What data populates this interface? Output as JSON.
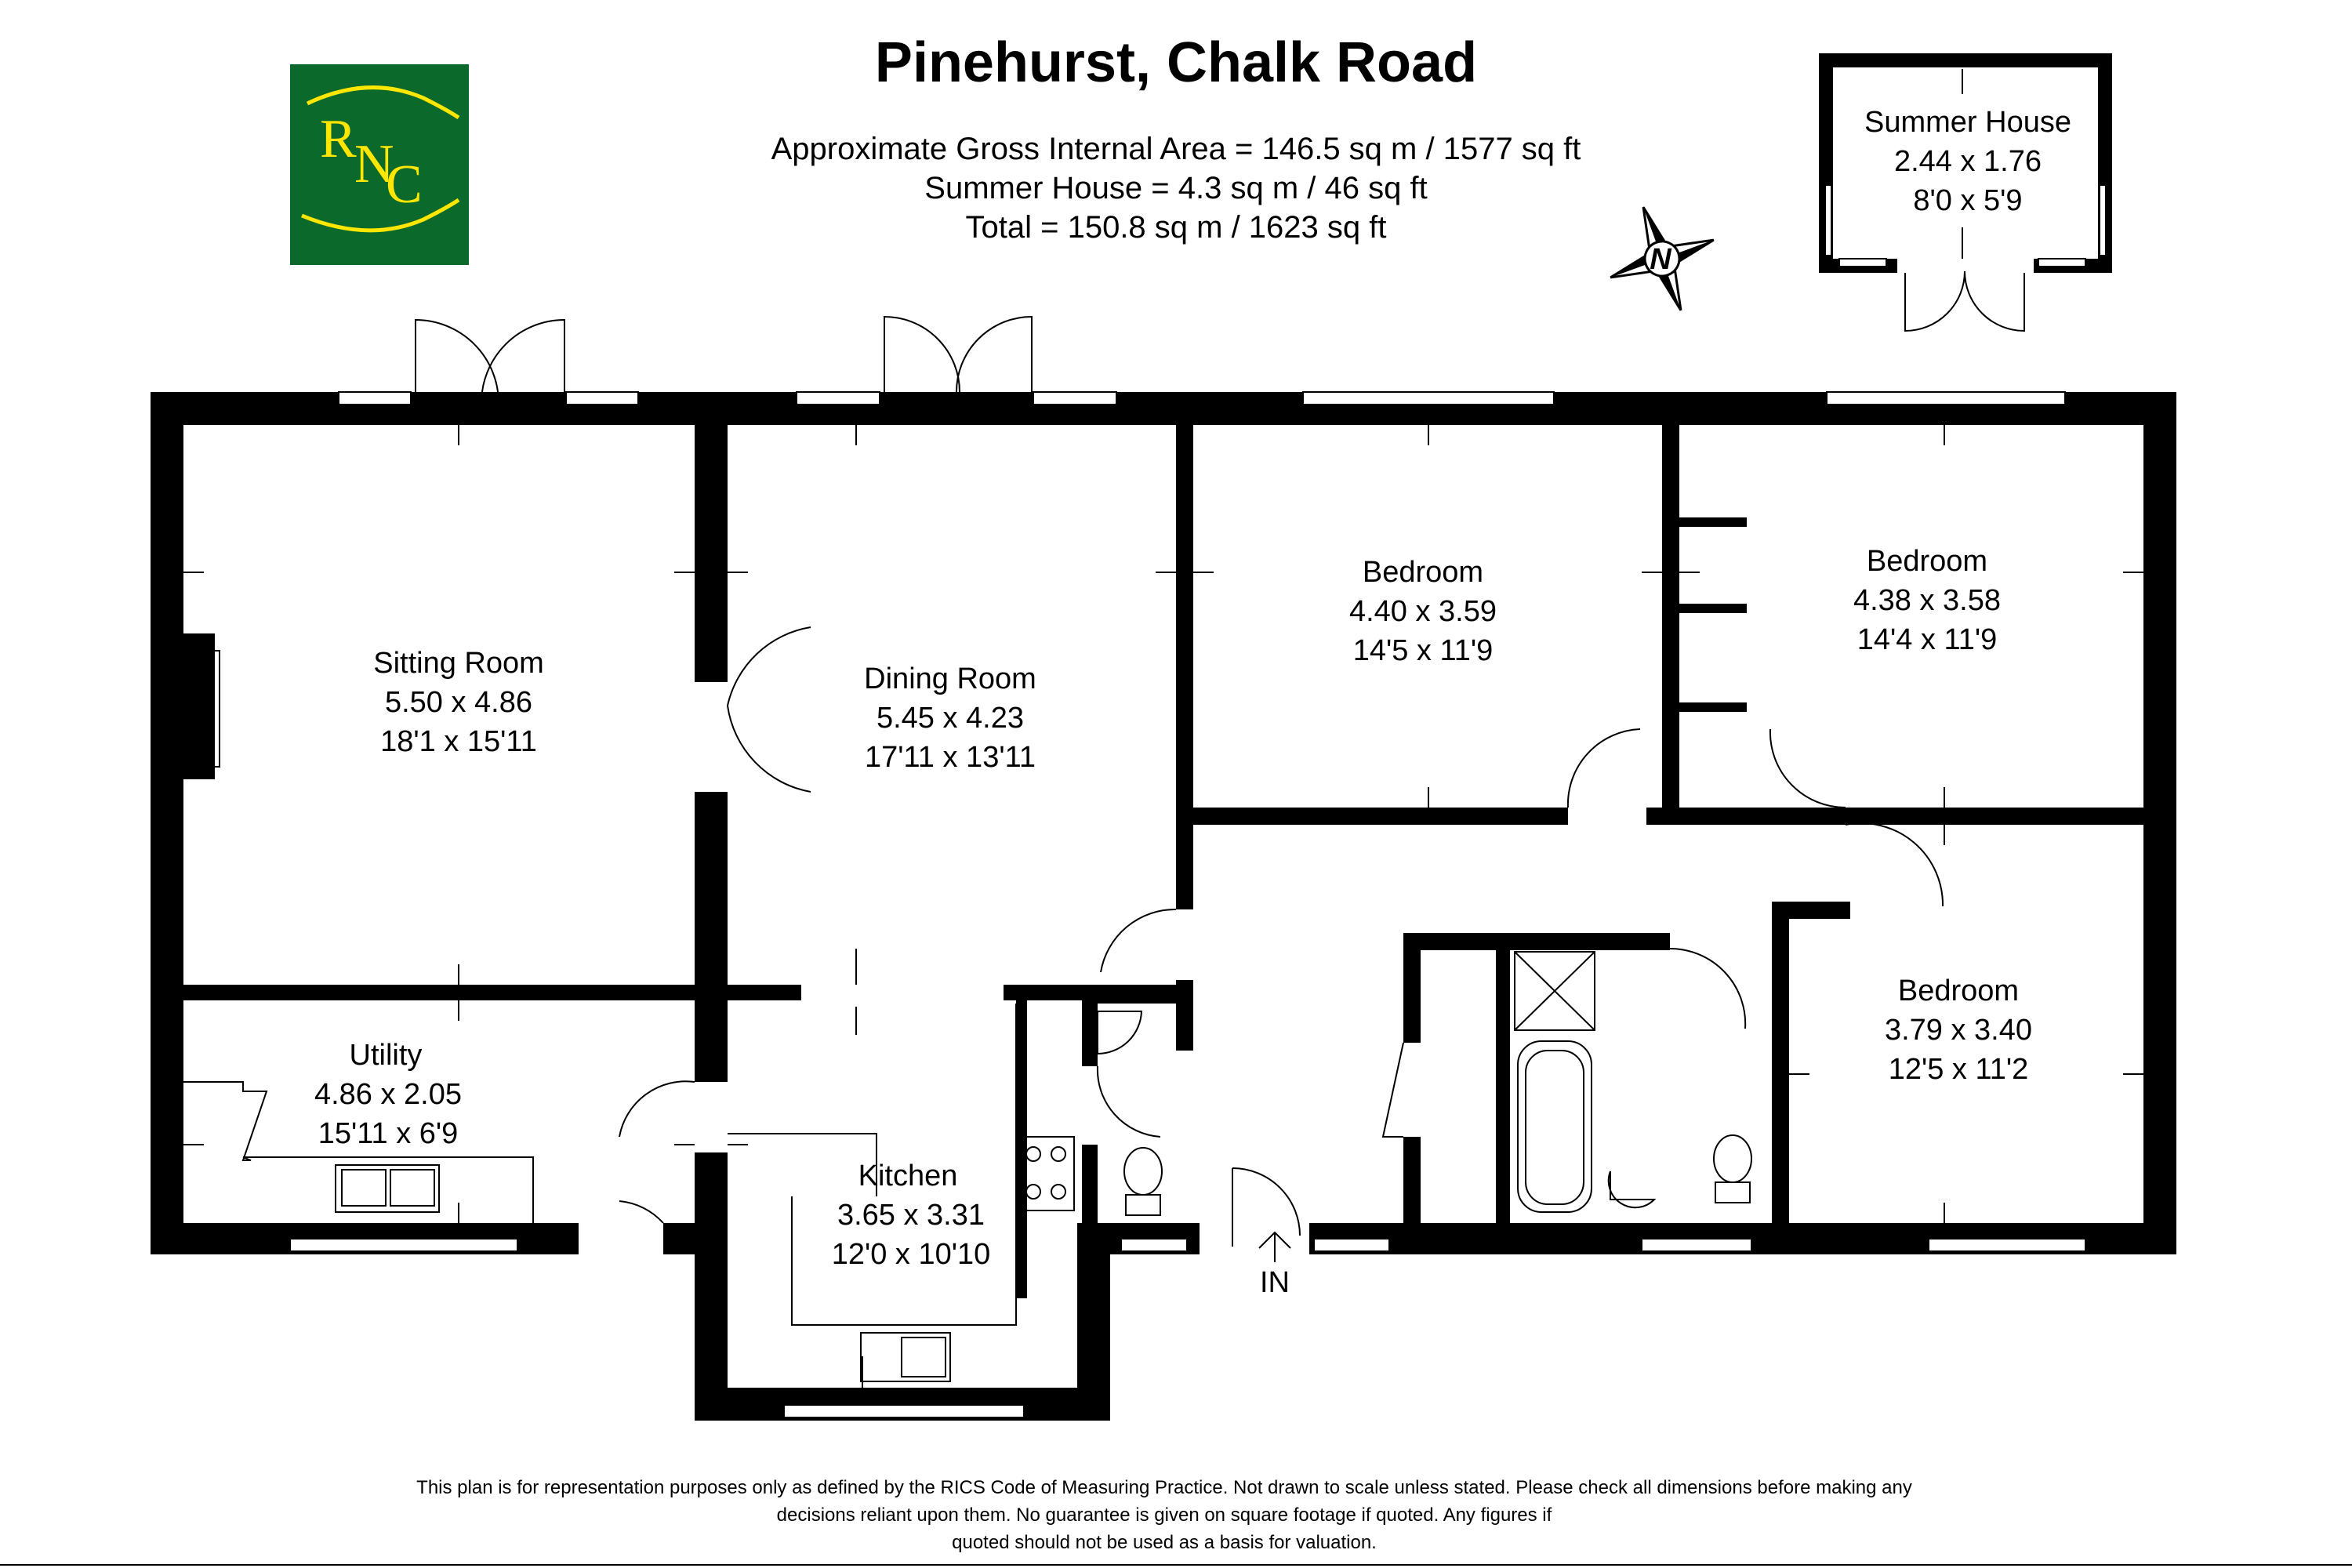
{
  "title": "Pinehurst, Chalk Road",
  "areas": {
    "gross": "Approximate Gross Internal Area = 146.5 sq m / 1577 sq ft",
    "summer": "Summer House = 4.3 sq m / 46 sq ft",
    "total": "Total = 150.8 sq m / 1623 sq ft"
  },
  "logo": {
    "letters": [
      "R",
      "N",
      "C"
    ],
    "bg_color": "#0b6a2b",
    "letter_color": "#ffe600"
  },
  "compass": {
    "label": "N"
  },
  "summer_house": {
    "name": "Summer House",
    "metric": "2.44 x 1.76",
    "imperial": "8'0 x 5'9"
  },
  "rooms": {
    "sitting": {
      "name": "Sitting Room",
      "metric": "5.50 x 4.86",
      "imperial": "18'1 x 15'11"
    },
    "dining": {
      "name": "Dining Room",
      "metric": "5.45 x 4.23",
      "imperial": "17'11 x 13'11"
    },
    "bedroom1": {
      "name": "Bedroom",
      "metric": "4.40 x 3.59",
      "imperial": "14'5 x 11'9"
    },
    "bedroom2": {
      "name": "Bedroom",
      "metric": "4.38 x 3.58",
      "imperial": "14'4 x 11'9"
    },
    "bedroom3": {
      "name": "Bedroom",
      "metric": "3.79 x 3.40",
      "imperial": "12'5 x 11'2"
    },
    "utility": {
      "name": "Utility",
      "metric": "4.86 x 2.05",
      "imperial": "15'11 x 6'9"
    },
    "kitchen": {
      "name": "Kitchen",
      "metric": "3.65 x 3.31",
      "imperial": "12'0 x 10'10"
    }
  },
  "entrance_label": "IN",
  "disclaimer": {
    "line1": "This plan is for representation purposes only as defined by the RICS Code of Measuring Practice. Not drawn to scale unless stated. Please check all dimensions before making any",
    "line2": "decisions reliant upon them. No guarantee is given on square footage if quoted. Any figures if",
    "line3": "quoted should not be used as a basis for valuation."
  }
}
